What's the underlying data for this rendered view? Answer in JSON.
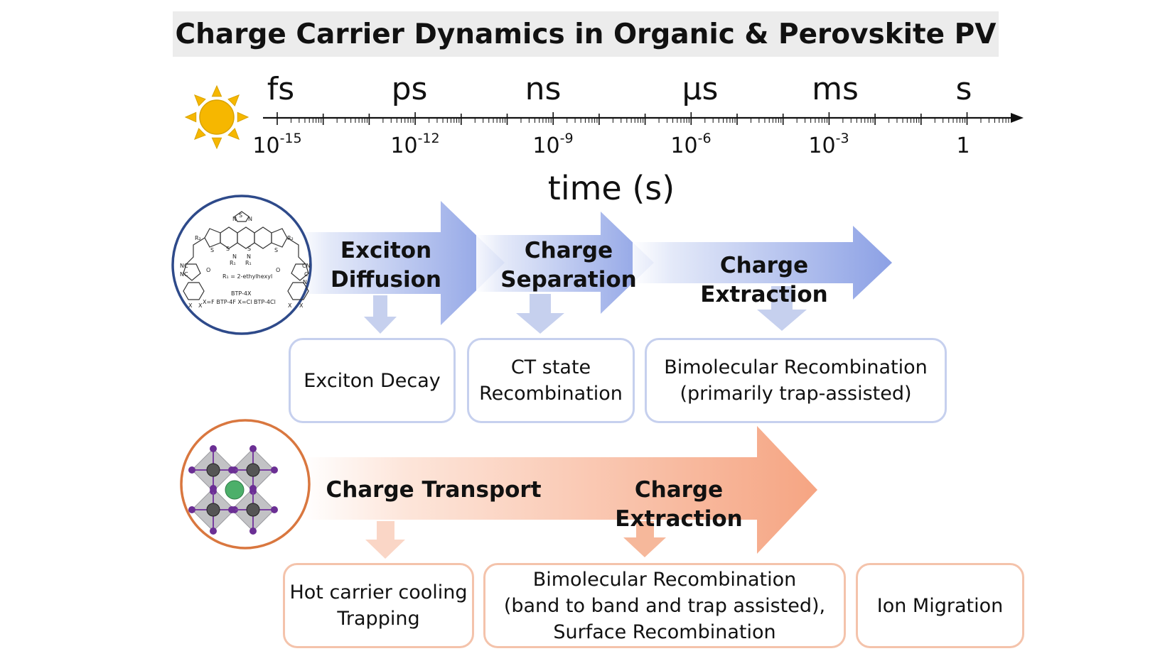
{
  "title": "Charge Carrier Dynamics in Organic & Perovskite PV",
  "timescale": {
    "units": [
      "fs",
      "ps",
      "ns",
      "µs",
      "ms",
      "s"
    ],
    "powers": [
      {
        "base": "10",
        "exp": "-15"
      },
      {
        "base": "10",
        "exp": "-12"
      },
      {
        "base": "10",
        "exp": "-9"
      },
      {
        "base": "10",
        "exp": "-6"
      },
      {
        "base": "10",
        "exp": "-3"
      },
      {
        "base": "1",
        "exp": ""
      }
    ],
    "axis_label": "time (s)"
  },
  "organic": {
    "molecule": {
      "r1": "R₁ = 2-ethylhexyl",
      "name": "BTP-4X",
      "variants": "X=F BTP-4F    X=Cl BTP-4Cl",
      "atom_labels": [
        "S",
        "N",
        "N",
        "S",
        "S",
        "S",
        "S",
        "N",
        "N",
        "R₂",
        "R₂",
        "R₁",
        "R₁",
        "NC",
        "NC",
        "CN",
        "O",
        "O",
        "C",
        "N",
        "X",
        "X",
        "X",
        "X"
      ]
    },
    "stages": [
      {
        "line1": "Exciton",
        "line2": "Diffusion"
      },
      {
        "line1": "Charge",
        "line2": "Separation"
      },
      {
        "line1": "Charge Extraction",
        "line2": ""
      }
    ],
    "losses": [
      {
        "line1": "Exciton Decay",
        "line2": ""
      },
      {
        "line1": "CT state",
        "line2": "Recombination"
      },
      {
        "line1": "Bimolecular Recombination",
        "line2": "(primarily trap-assisted)"
      }
    ],
    "color": "#5b79d6"
  },
  "perovskite": {
    "stages": [
      {
        "label": "Charge Transport"
      },
      {
        "label": "Charge Extraction"
      }
    ],
    "losses": [
      {
        "line1": "Hot carrier cooling",
        "line2": "Trapping",
        "line3": ""
      },
      {
        "line1": "Bimolecular Recombination",
        "line2": "(band to band and trap assisted),",
        "line3": "Surface Recombination"
      },
      {
        "line1": "Ion Migration",
        "line2": "",
        "line3": ""
      }
    ],
    "color": "#f29a72"
  }
}
